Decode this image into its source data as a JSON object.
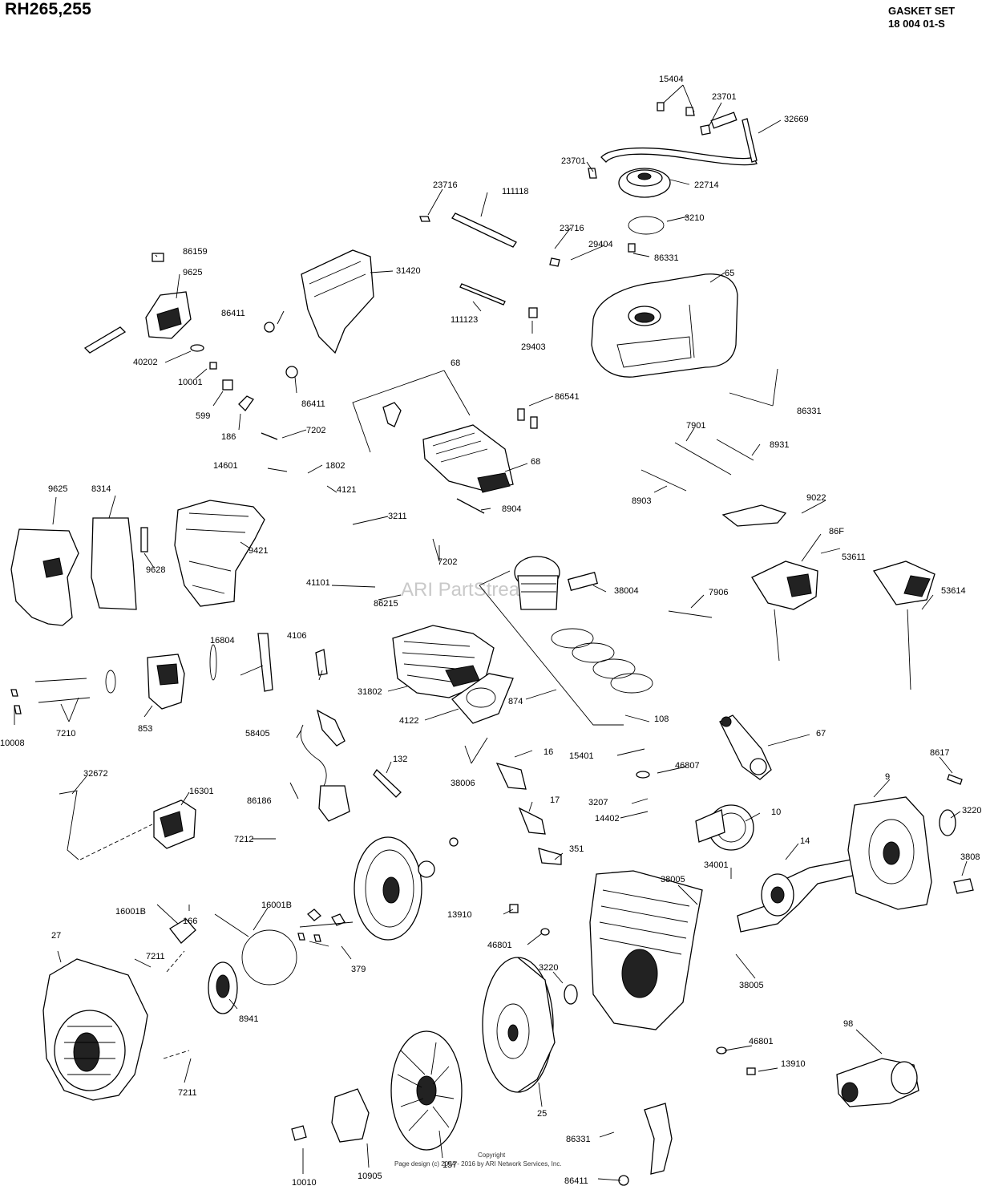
{
  "header": {
    "model": "RH265,255",
    "gasket_label": "GASKET SET",
    "gasket_number": "18 004 01-S"
  },
  "watermark": "ARI PartStream™",
  "footer": {
    "copyright": "Copyright",
    "page_design": "Page design (c) 2004 - 2016 by ARI Network Services, Inc."
  },
  "callouts": [
    "15404",
    "23701",
    "32669",
    "23701",
    "22714",
    "3210",
    "23716",
    "111118",
    "23716",
    "29404",
    "86331",
    "65",
    "86159",
    "9625",
    "31420",
    "86411",
    "111123",
    "29403",
    "40202",
    "10001",
    "86411",
    "68",
    "86541",
    "86331",
    "599",
    "186",
    "7202",
    "68",
    "7901",
    "8931",
    "14601",
    "1802",
    "8904",
    "4121",
    "8903",
    "9022",
    "9625",
    "8314",
    "9628",
    "9421",
    "3211",
    "41101",
    "7202",
    "38004",
    "7906",
    "86F",
    "53611",
    "53614",
    "86215",
    "16804",
    "4106",
    "31802",
    "874",
    "108",
    "4122",
    "10008",
    "7210",
    "853",
    "58405",
    "132",
    "38006",
    "16",
    "15401",
    "46807",
    "67",
    "8617",
    "9",
    "3220",
    "32672",
    "16301",
    "86186",
    "7212",
    "17",
    "3207",
    "14402",
    "10",
    "351",
    "34001",
    "14",
    "3808",
    "16001B",
    "166",
    "16001B",
    "38005",
    "13910",
    "27",
    "7211",
    "379",
    "46801",
    "3220",
    "38005",
    "8941",
    "46801",
    "13910",
    "98",
    "7211",
    "25",
    "86331",
    "10010",
    "10905",
    "157",
    "86411"
  ]
}
